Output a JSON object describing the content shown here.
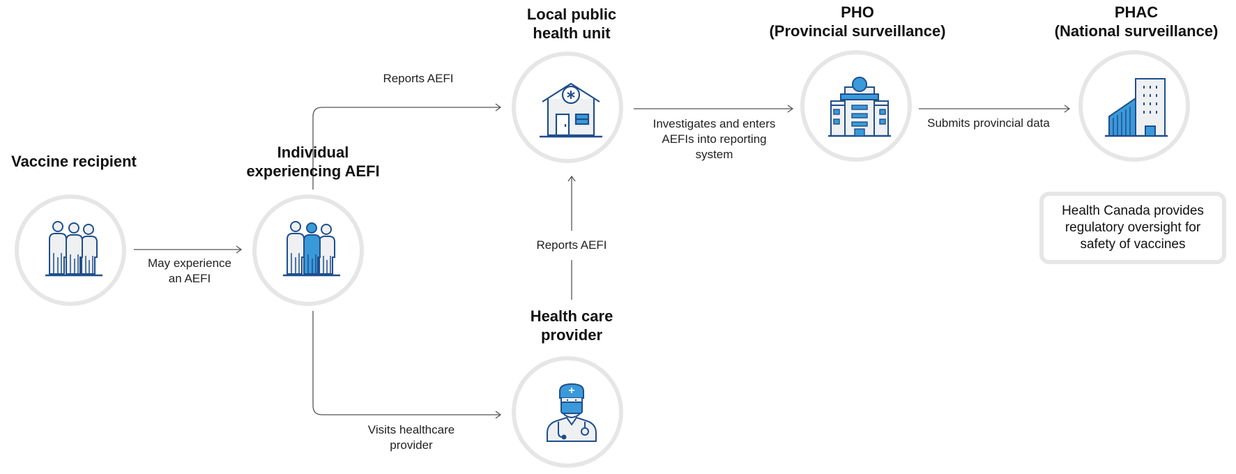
{
  "nodes": {
    "vaccine_recipient": {
      "title": "Vaccine recipient"
    },
    "individual_aefi": {
      "title": "Individual\nexperiencing AEFI"
    },
    "local_phu": {
      "title": "Local public\nhealth unit"
    },
    "health_care_provider": {
      "title": "Health care\nprovider"
    },
    "pho": {
      "title": "PHO\n(Provincial surveillance)"
    },
    "phac": {
      "title": "PHAC\n(National surveillance)"
    }
  },
  "edges": {
    "may_experience": "May experience\nan AEFI",
    "reports_aefi_top": "Reports AEFI",
    "reports_aefi_provider": "Reports AEFI",
    "visits_provider": "Visits healthcare\nprovider",
    "investigates": "Investigates and enters\nAEFIs into reporting\nsystem",
    "submits": "Submits provincial data"
  },
  "note": "Health Canada provides\nregulatory oversight for\nsafety of vaccines",
  "colors": {
    "accent": "#3a9ad9",
    "dark_blue": "#1f4e8c",
    "circle_border": "#e6e6e6",
    "line": "#555555",
    "icon_fill_light": "#eef0f2"
  },
  "icons": {
    "vaccine_recipient": "people-group-icon",
    "individual_aefi": "people-group-highlighted-icon",
    "local_phu": "health-unit-house-icon",
    "health_care_provider": "doctor-icon",
    "pho": "hospital-building-icon",
    "phac": "government-building-icon"
  }
}
